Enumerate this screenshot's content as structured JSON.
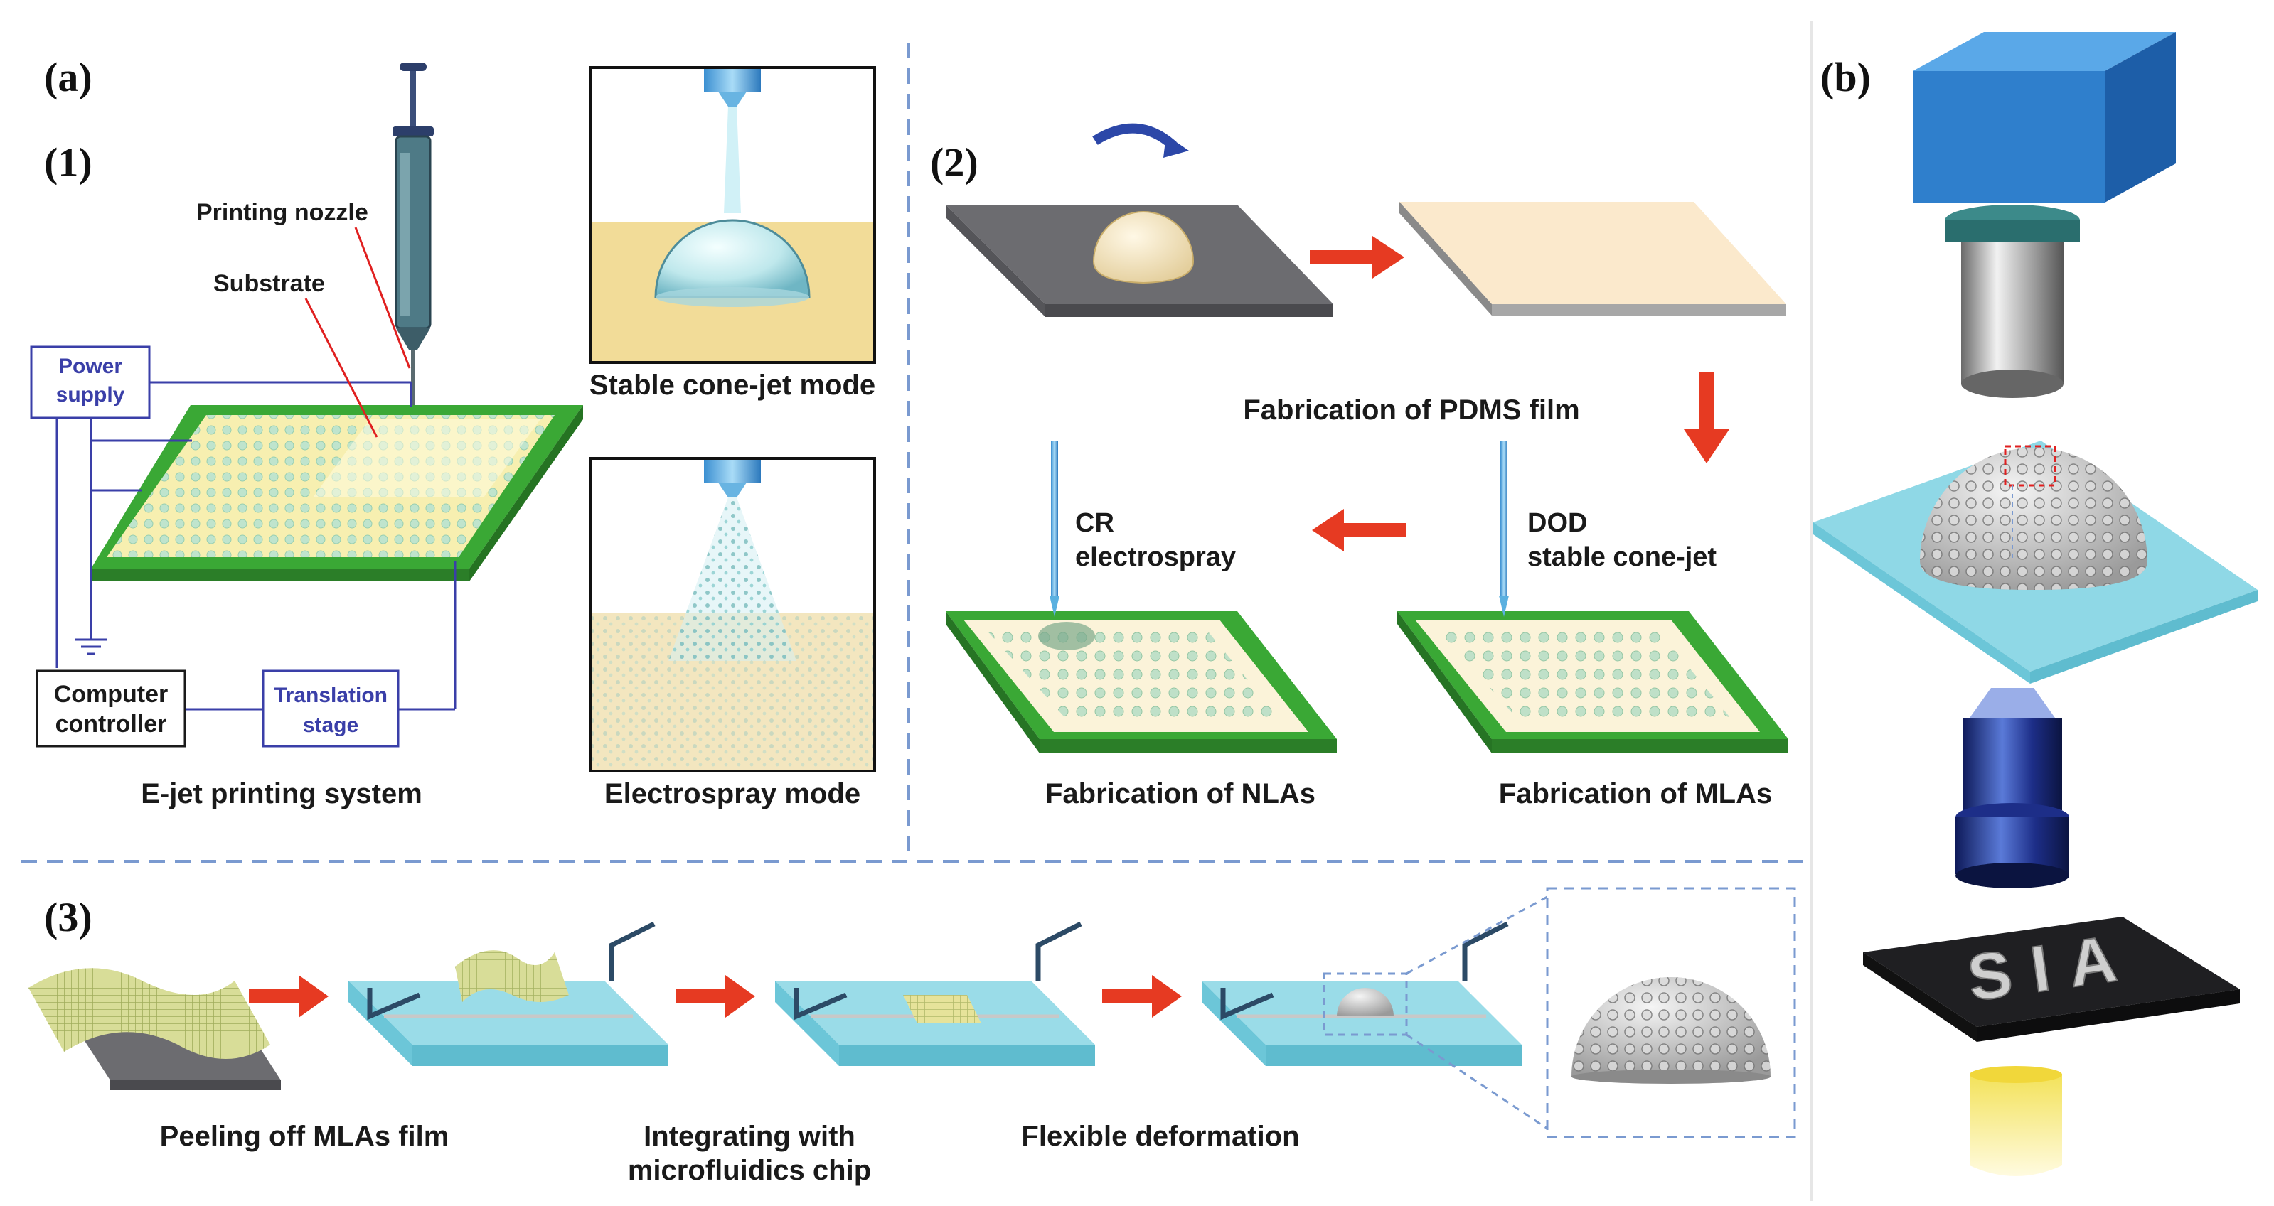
{
  "panels": {
    "a": "(a)",
    "b": "(b)",
    "sub1": "(1)",
    "sub2": "(2)",
    "sub3": "(3)"
  },
  "part1": {
    "printing_nozzle": "Printing nozzle",
    "substrate": "Substrate",
    "power_supply_line1": "Power",
    "power_supply_line2": "supply",
    "computer_line1": "Computer",
    "computer_line2": "controller",
    "translation_line1": "Translation",
    "translation_line2": "stage",
    "system_caption": "E-jet printing system",
    "stable_mode_caption": "Stable cone-jet mode",
    "electrospray_caption": "Electrospray mode"
  },
  "part2": {
    "pdms_caption": "Fabrication of PDMS film",
    "cr_line1": "CR",
    "cr_line2": "electrospray",
    "dod_line1": "DOD",
    "dod_line2": "stable cone-jet",
    "nla_caption": "Fabrication of NLAs",
    "mla_caption": "Fabrication of MLAs"
  },
  "part3": {
    "peel_caption": "Peeling off MLAs film",
    "integrate_line1": "Integrating with",
    "integrate_line2": "microfluidics chip",
    "flex_caption": "Flexible deformation"
  },
  "panel_b": {
    "sample_text": "SIA"
  },
  "colors": {
    "substrate_green": "#3aa835",
    "substrate_yellow": "#f7efb0",
    "arrow_red": "#e63a22",
    "chip_cyan": "#8fd8e6",
    "camera_blue": "#2f7fcc",
    "divider_blue": "#7a9ad0",
    "wire_blue": "#3a3fa8"
  },
  "icons": [
    "syringe-icon",
    "nozzle-icon",
    "droplet-icon",
    "rotate-arrow-icon",
    "right-arrow-icon",
    "down-arrow-icon",
    "left-arrow-icon",
    "camera-icon",
    "objective-lens-icon",
    "light-source-icon",
    "hemisphere-lens-icon",
    "ground-icon"
  ]
}
